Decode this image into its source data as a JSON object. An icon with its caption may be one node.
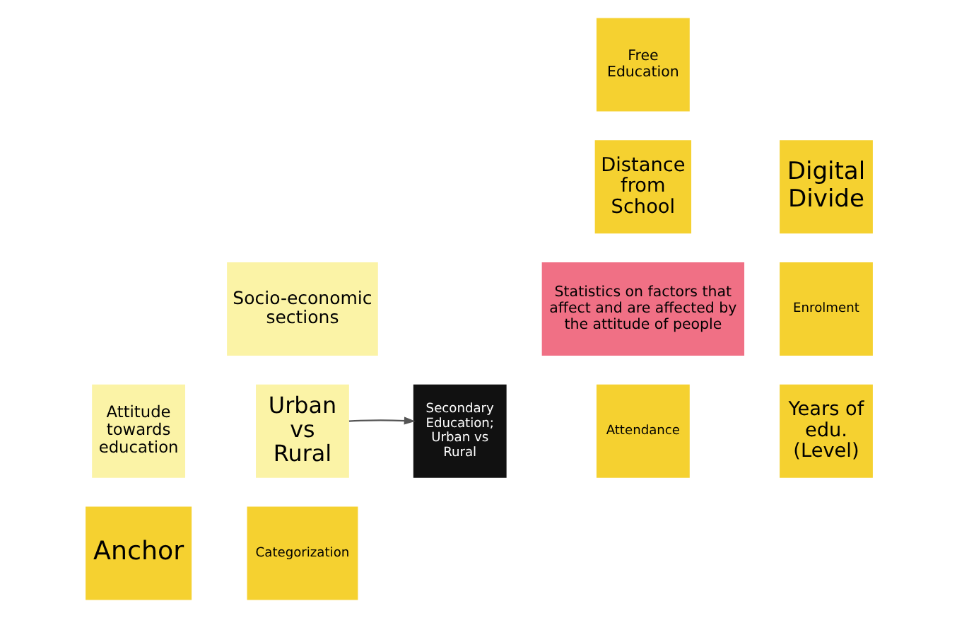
{
  "diagram": {
    "nodes": [
      {
        "text": [
          "Anchor"
        ]
      },
      {
        "text": [
          "Categorization"
        ]
      },
      {
        "text": [
          "Attitude towards education"
        ]
      },
      {
        "text": [
          "Socio-economic sections"
        ]
      },
      {
        "text": [
          "Urban vs Rural"
        ]
      },
      {
        "text": [
          "Secondary Education; Urban vs Rural"
        ]
      },
      {
        "text": [
          "Statistics on factors that affect and are affected by the attitude of people"
        ]
      },
      {
        "text": [
          "Distance from School"
        ]
      },
      {
        "text": [
          "Enrolment"
        ]
      },
      {
        "text": [
          "Free Education"
        ]
      },
      {
        "text": [
          "Digital Divide"
        ]
      },
      {
        "text": [
          "Attendance"
        ]
      },
      {
        "text": [
          "Years of edu. (Level)"
        ]
      }
    ],
    "edges": [
      {
        "from": 4,
        "to": 5,
        "arrow": "to"
      }
    ]
  }
}
